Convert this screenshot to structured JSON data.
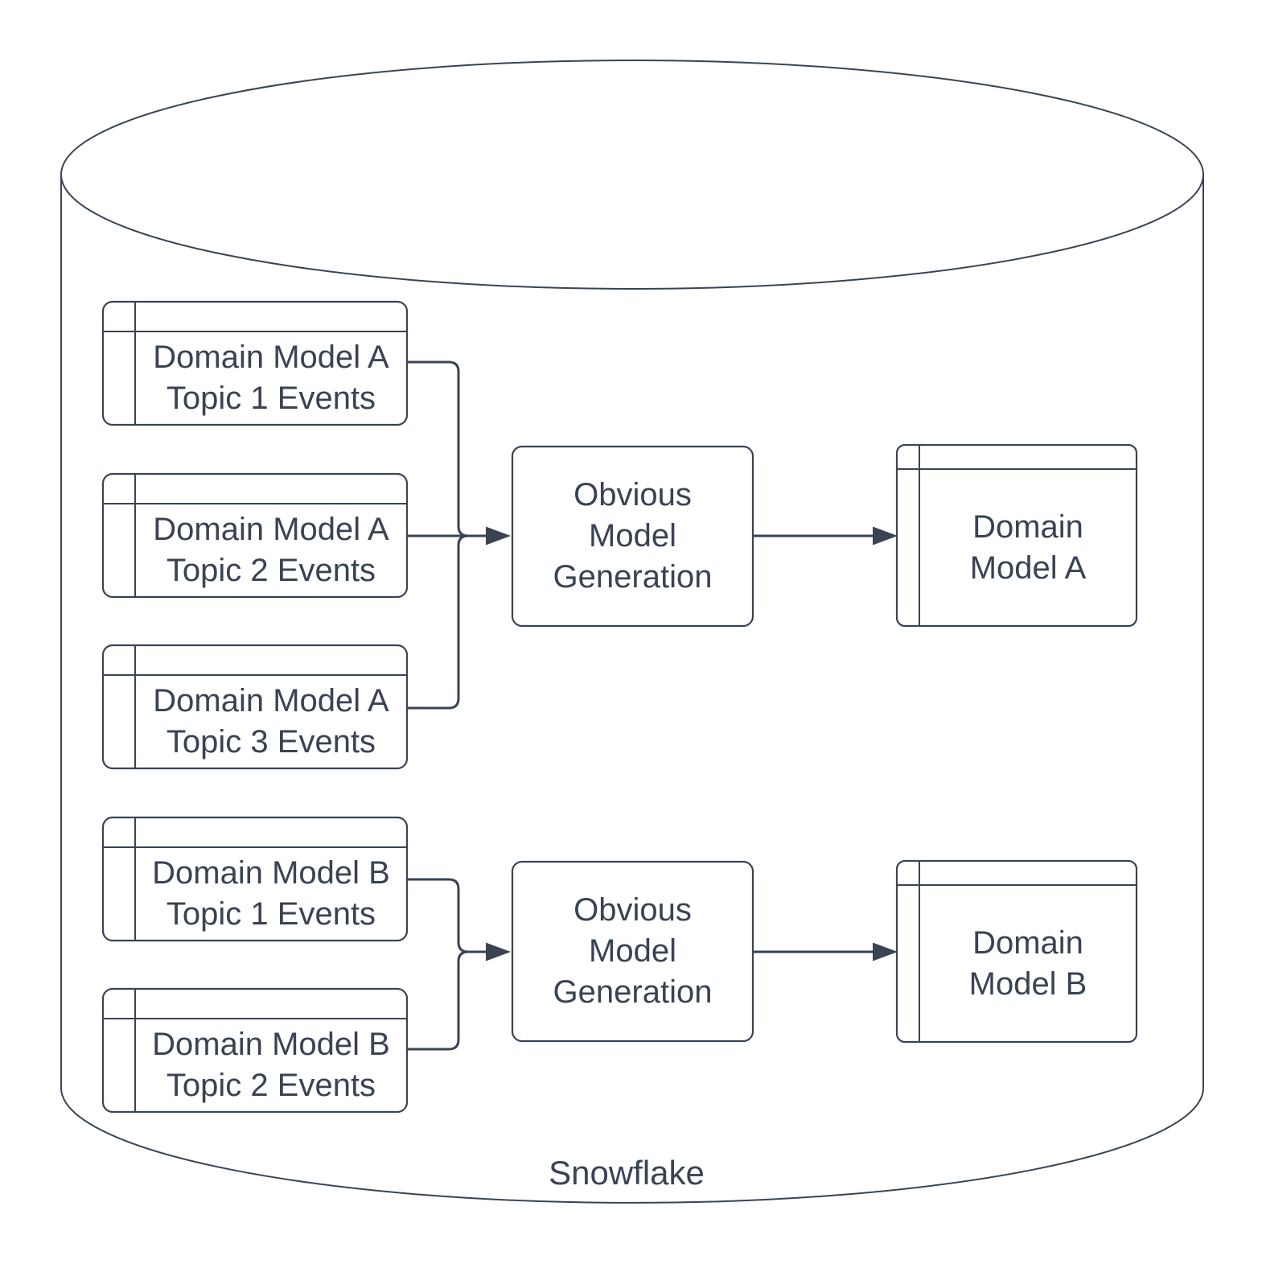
{
  "diagram": {
    "container": {
      "label": "Snowflake"
    },
    "colors": {
      "stroke": "#3A4354",
      "text": "#3A4354",
      "background": "#FFFFFF"
    },
    "event_tables": [
      {
        "title": "Domain Model A",
        "subtitle": "Topic 1 Events"
      },
      {
        "title": "Domain Model A",
        "subtitle": "Topic 2 Events"
      },
      {
        "title": "Domain Model A",
        "subtitle": "Topic 3 Events"
      },
      {
        "title": "Domain Model B",
        "subtitle": "Topic 1 Events"
      },
      {
        "title": "Domain Model B",
        "subtitle": "Topic 2 Events"
      }
    ],
    "process_boxes": [
      {
        "label": "Obvious Model Generation"
      },
      {
        "label": "Obvious Model Generation"
      }
    ],
    "output_tables": [
      {
        "label": "Domain Model A"
      },
      {
        "label": "Domain Model B"
      }
    ]
  }
}
